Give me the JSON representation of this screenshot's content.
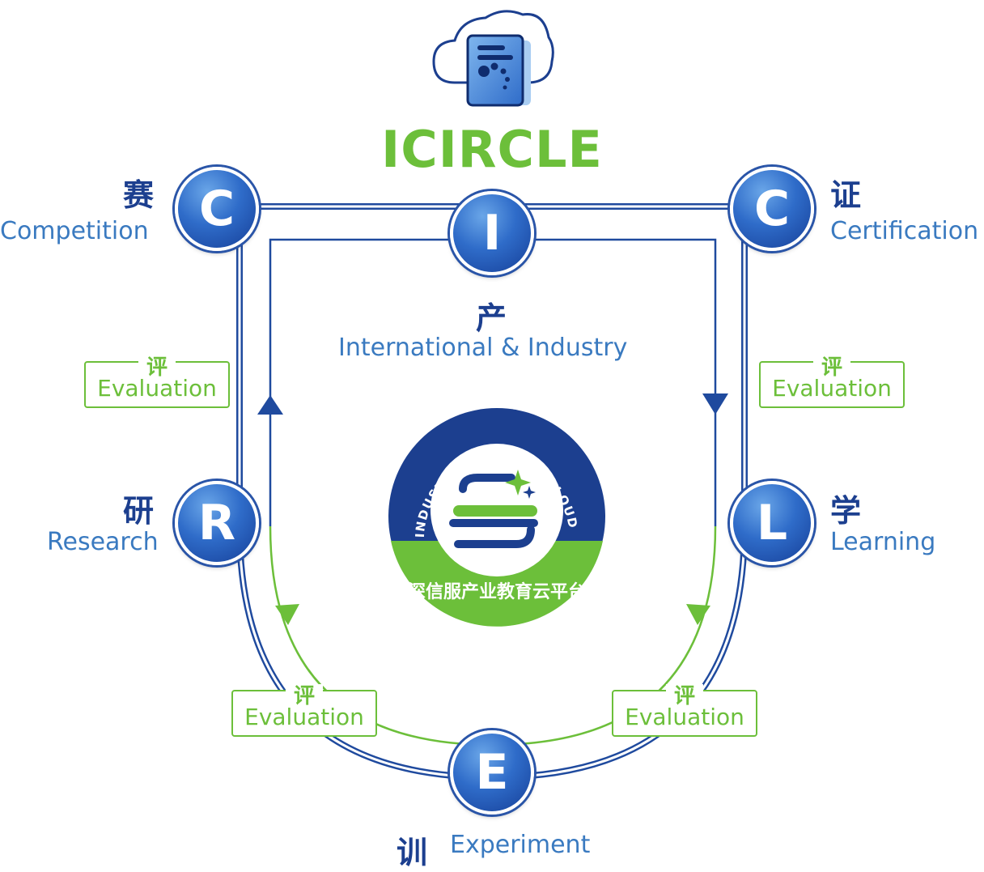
{
  "title": "ICIRCLE",
  "nodes": {
    "competition": {
      "letter": "C",
      "cn": "赛",
      "en": "Competition"
    },
    "international": {
      "letter": "I",
      "cn": "产",
      "en": "International & Industry"
    },
    "certification": {
      "letter": "C",
      "cn": "证",
      "en": "Certification"
    },
    "research": {
      "letter": "R",
      "cn": "研",
      "en": "Research"
    },
    "learning": {
      "letter": "L",
      "cn": "学",
      "en": "Learning"
    },
    "experiment": {
      "letter": "E",
      "cn": "训",
      "en": "Experiment"
    }
  },
  "evaluation": {
    "cn": "评",
    "en": "Evaluation"
  },
  "logo": {
    "ring_text": "SANGFOR INDUSTRIAL CENTER CLOUD PLATFORM",
    "cn_text": "深信服产业教育云平台"
  },
  "colors": {
    "brand_green": "#6cbf3a",
    "brand_blue": "#1c3f8f",
    "label_blue": "#3a7ac0"
  }
}
